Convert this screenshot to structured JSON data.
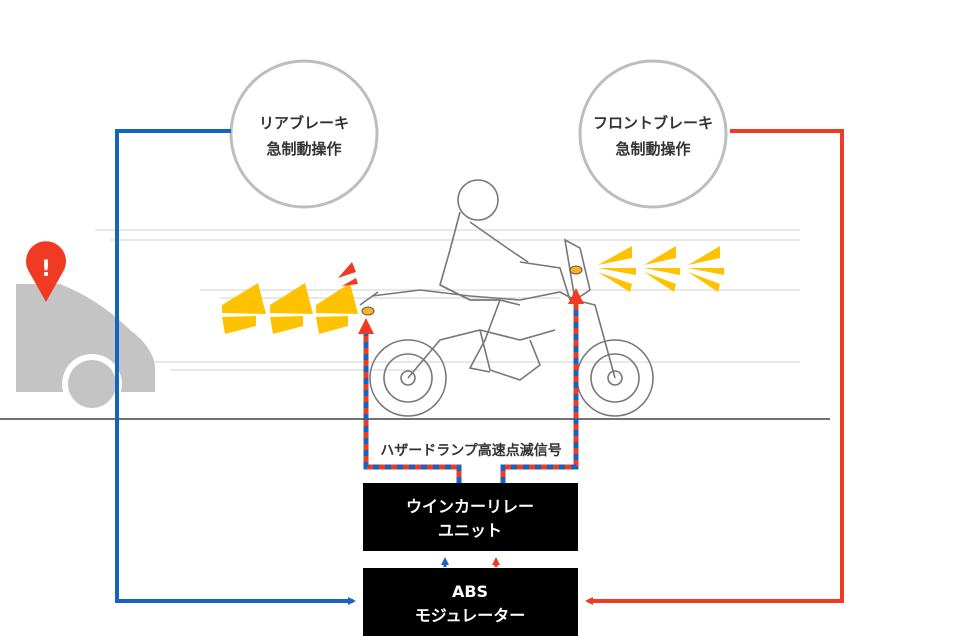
{
  "rear_brake": {
    "line1": "リアブレーキ",
    "line2": "急制動操作"
  },
  "front_brake": {
    "line1": "フロントブレーキ",
    "line2": "急制動操作"
  },
  "signal_label": "ハザードランプ高速点滅信号",
  "relay_unit": {
    "line1": "ウインカーリレー",
    "line2": "ユニット"
  },
  "abs_modulator": {
    "line1": "ABS",
    "line2": "モジュレーター"
  },
  "warning_symbol": "!",
  "colors": {
    "rear_line": "#1565c0",
    "front_line": "#ef3b24",
    "box": "#000000",
    "circle_stroke": "#bdbdbd",
    "flash": "#ffc200",
    "car": "#c4c4c4",
    "warning": "#ef3b24"
  }
}
